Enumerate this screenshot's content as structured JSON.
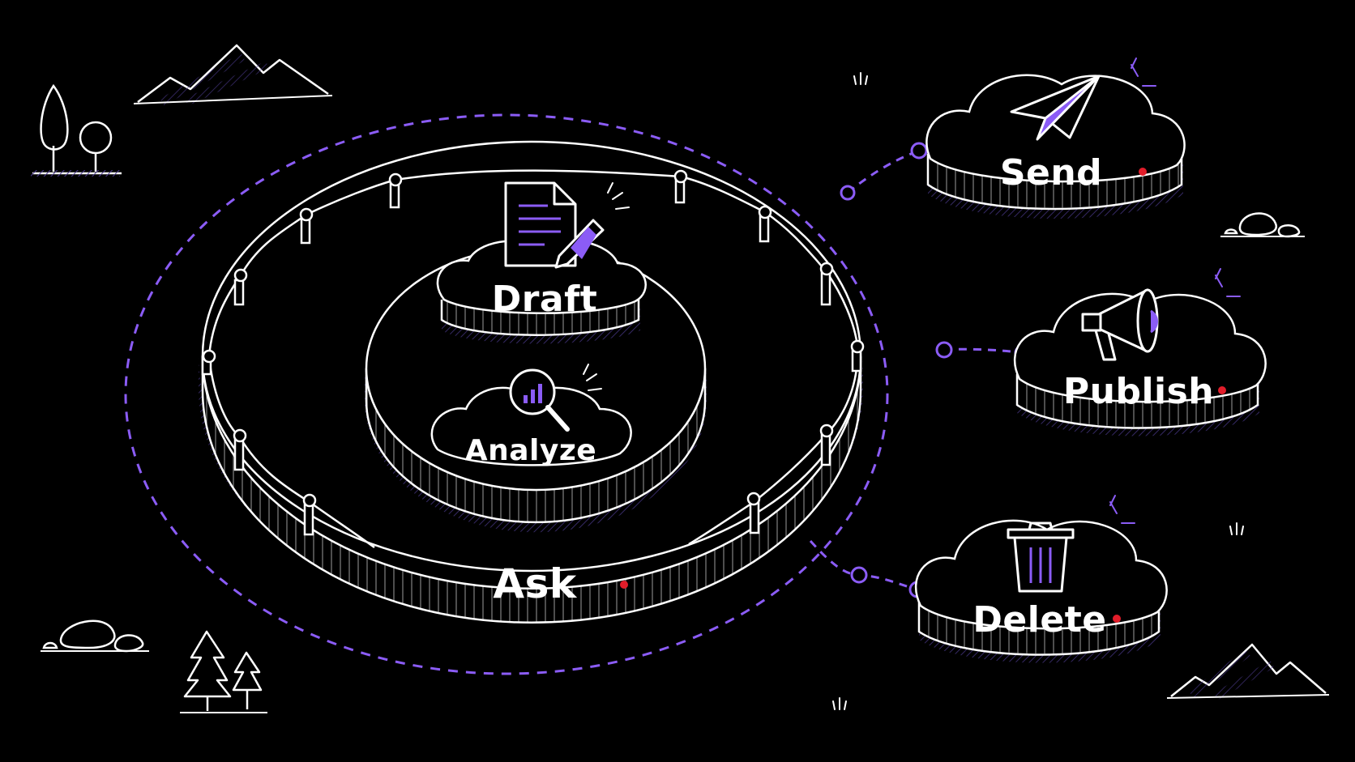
{
  "diagram": {
    "center": {
      "outer": {
        "label": "Ask",
        "status": "alert"
      },
      "middle": {
        "label": "Analyze",
        "icon": "magnifier-chart-icon"
      },
      "inner": {
        "label": "Draft",
        "icon": "document-pencil-icon"
      }
    },
    "actions": [
      {
        "id": "send",
        "label": "Send",
        "icon": "paper-plane-icon",
        "status": "alert"
      },
      {
        "id": "publish",
        "label": "Publish",
        "icon": "megaphone-icon",
        "status": "alert"
      },
      {
        "id": "delete",
        "label": "Delete",
        "icon": "trash-icon",
        "status": "alert"
      }
    ]
  },
  "colors": {
    "background": "#000000",
    "line": "#ffffff",
    "accent": "#8b5cf6",
    "status_dot": "#e11d2a"
  }
}
